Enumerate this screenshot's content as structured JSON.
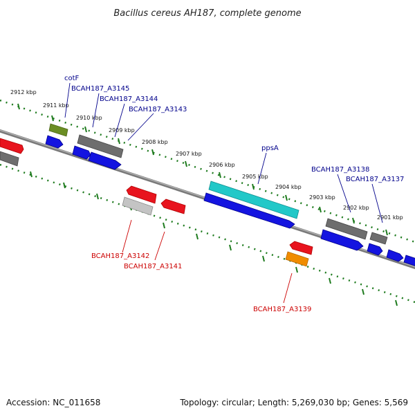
{
  "title": "Bacillus cereus AH187, complete genome",
  "footer": {
    "accession": "Accession: NC_011658",
    "summary": "Topology: circular; Length: 5,269,030 bp; Genes: 5,569"
  },
  "colors": {
    "forward_label": "#00008b",
    "reverse_label": "#cc0000",
    "backbone": "#808080",
    "ticks": "#1e7b1e"
  },
  "scale_ticks": [
    "2912 kbp",
    "2911 kbp",
    "2910 kbp",
    "2909 kbp",
    "2908 kbp",
    "2907 kbp",
    "2906 kbp",
    "2905 kbp",
    "2904 kbp",
    "2903 kbp",
    "2902 kbp",
    "2901 kbp"
  ],
  "gene_labels": {
    "cotF": "cotF",
    "a3145": "BCAH187_A3145",
    "a3144": "BCAH187_A3144",
    "a3143": "BCAH187_A3143",
    "ppsA": "ppsA",
    "a3138": "BCAH187_A3138",
    "a3137": "BCAH187_A3137",
    "a3142": "BCAH187_A3142",
    "a3141": "BCAH187_A3141",
    "a3139": "BCAH187_A3139"
  }
}
